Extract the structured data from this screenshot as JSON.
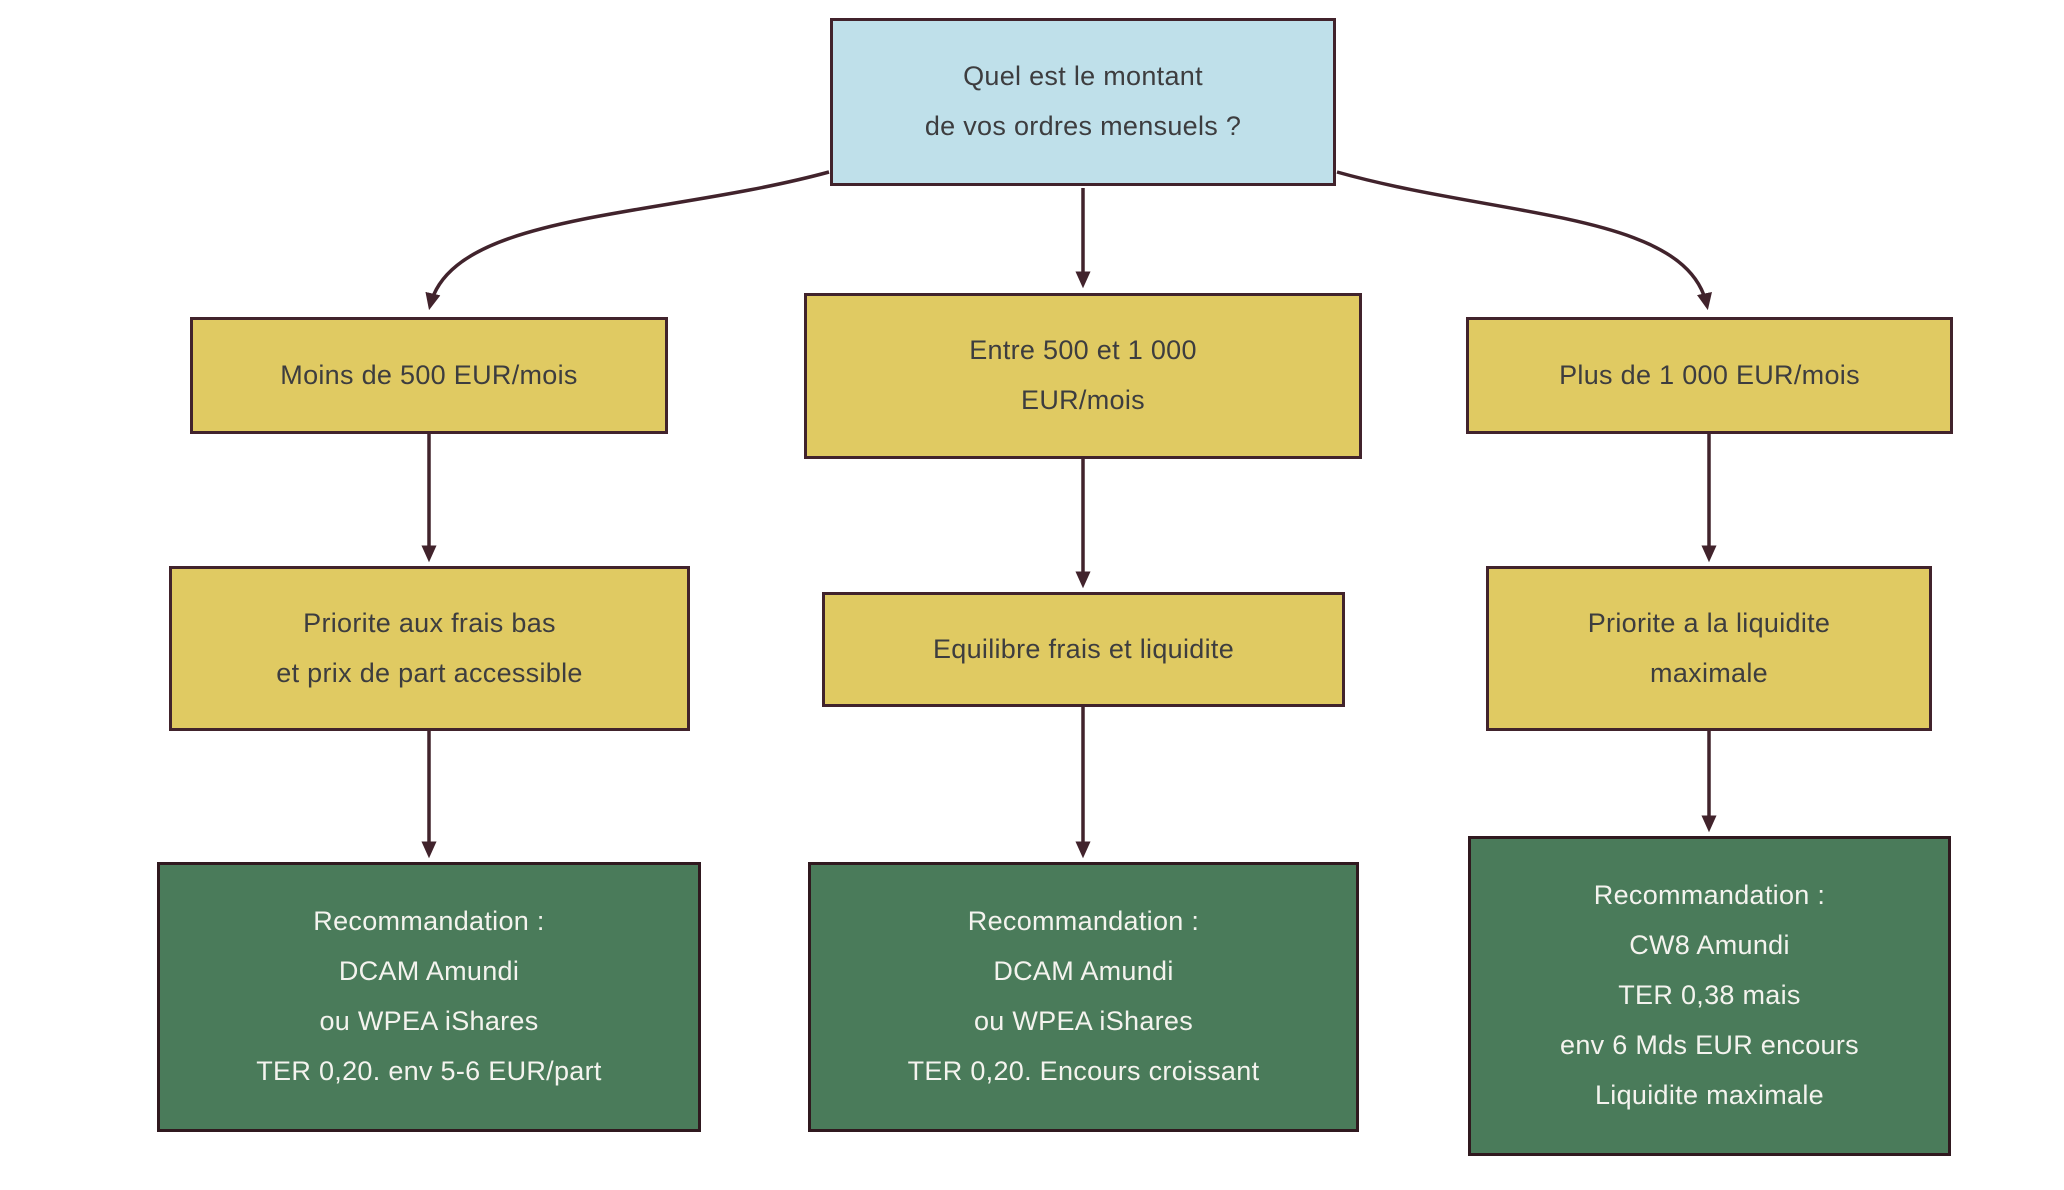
{
  "diagram": {
    "title": "ETF monthly-order decision tree",
    "question": {
      "text": "Quel est le montant\nde vos ordres mensuels ?"
    },
    "branches": [
      {
        "amount": "Moins de 500 EUR/mois",
        "criteria": "Priorite aux frais bas\net prix de part accessible",
        "recommendation": "Recommandation :\nDCAM Amundi\nou WPEA iShares\nTER 0,20. env 5-6 EUR/part"
      },
      {
        "amount": "Entre 500 et 1 000\nEUR/mois",
        "criteria": "Equilibre frais et liquidite",
        "recommendation": "Recommandation :\nDCAM Amundi\nou WPEA iShares\nTER 0,20. Encours croissant"
      },
      {
        "amount": "Plus de 1 000 EUR/mois",
        "criteria": "Priorite a la liquidite\nmaximale",
        "recommendation": "Recommandation :\nCW8 Amundi\nTER 0,38 mais\nenv 6 Mds EUR encours\nLiquidite maximale"
      }
    ]
  },
  "colors": {
    "question_fill": "#bfe0ea",
    "criteria_fill": "#e0ca62",
    "recommendation_fill": "#4a7b5a",
    "line": "#41232c",
    "dark_text": "#3d3d3f",
    "light_text": "#f4f3ee"
  }
}
